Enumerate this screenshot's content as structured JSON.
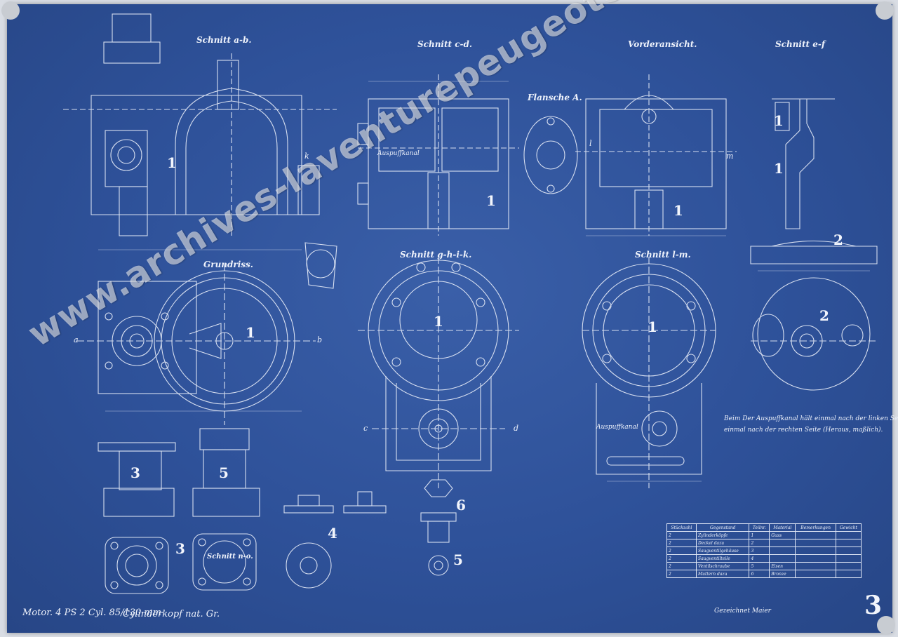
{
  "views": {
    "section_ab": "Schnitt a-b.",
    "section_cd": "Schnitt c-d.",
    "front_view": "Vorderansicht.",
    "section_ef": "Schnitt e-f",
    "flange": "Flansche A.",
    "plan": "Grundriss.",
    "section_ghik": "Schnitt g-h-i-k.",
    "section_lm": "Schnitt l-m.",
    "section_no": "Schnitt n-o."
  },
  "part_numbers": {
    "p1": "1",
    "p2": "2",
    "p3": "3",
    "p4": "4",
    "p5": "5",
    "p6": "6"
  },
  "letters": {
    "a": "a",
    "b": "b",
    "c": "c",
    "d": "d",
    "k": "k",
    "l": "l",
    "m": "m"
  },
  "labels": {
    "auspuff_1": "Auspuffkanal",
    "auspuff_2": "Auspuffkanal",
    "note_line1": "Beim Der Auspuffkanal hält einmal nach der linken Seite,",
    "note_line2": "einmal nach der rechten Seite (Heraus, maßlich)."
  },
  "parts_table": {
    "headers": [
      "Stückzahl",
      "Gegenstand",
      "Teilnr.",
      "Material",
      "Bemerkungen",
      "Gewicht"
    ],
    "rows": [
      [
        "2",
        "Zylinderköpfe",
        "1",
        "Guss",
        "",
        ""
      ],
      [
        "2",
        "Deckel dazu",
        "2",
        "",
        "",
        ""
      ],
      [
        "2",
        "Saugventilgehäuse",
        "3",
        "",
        "",
        ""
      ],
      [
        "2",
        "Saugventilteile",
        "4",
        "",
        "",
        ""
      ],
      [
        "2",
        "Ventilschraube",
        "5",
        "Eisen",
        "",
        ""
      ],
      [
        "2",
        "Muttern dazu",
        "6",
        "Bronze",
        "",
        ""
      ]
    ]
  },
  "footer": {
    "motor": "Motor. 4 PS 2 Cyl. 85/130 mm",
    "title": "Cylinderkopf nat. Gr.",
    "signature": "Gezeichnet Maier",
    "sheet_number": "3"
  },
  "watermark": "www.archives-laventurepeugeotcitroends.com",
  "colors": {
    "paper": "#2e5199",
    "line": "#e9eef9",
    "watermark": "#ffffff"
  }
}
